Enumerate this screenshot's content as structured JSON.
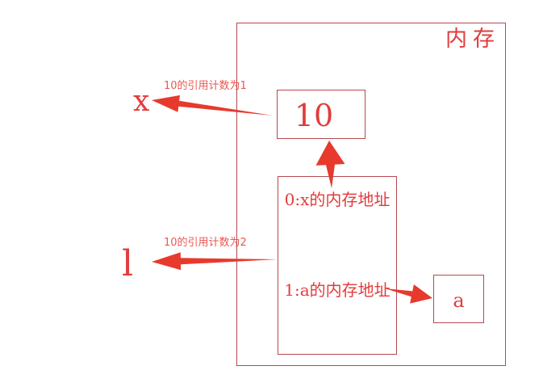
{
  "colors": {
    "background": "#ffffff",
    "box_border": "#b5494f",
    "red_text": "#e23c3c",
    "arrow": "#e73a2d",
    "caption_text": "#ea5750"
  },
  "memory": {
    "title": "内存",
    "value_box": {
      "value": "10"
    },
    "reference_table": {
      "rows": [
        {
          "label": "0:x的内存地址"
        },
        {
          "label": "1:a的内存地址"
        }
      ]
    },
    "a_object_box": {
      "label": "a"
    }
  },
  "variables": {
    "x": {
      "label": "x"
    },
    "l": {
      "label": "l"
    }
  },
  "annotations": {
    "refcount_1": {
      "text": "10的引用计数为1"
    },
    "refcount_2": {
      "text": "10的引用计数为2"
    }
  }
}
